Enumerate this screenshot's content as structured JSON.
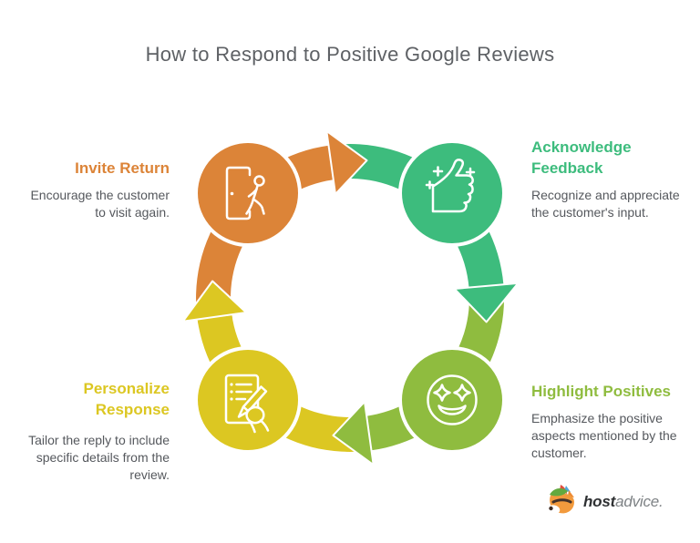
{
  "page": {
    "title": "How to Respond to Positive Google Reviews"
  },
  "colors": {
    "orange": "#DC8438",
    "green": "#3DBC7D",
    "lime": "#8FBC3F",
    "yellow": "#DCC722",
    "title_text": "#5E6165",
    "body_text": "#55585D"
  },
  "steps": [
    {
      "title": "Invite Return",
      "description": "Encourage the customer to visit again.",
      "color": "#DC8438",
      "icon": "door-exit-icon",
      "position": "top-left"
    },
    {
      "title": "Acknowledge Feedback",
      "description": "Recognize and appreciate the customer's input.",
      "color": "#3DBC7D",
      "icon": "thumbs-up-sparkles-icon",
      "position": "top-right"
    },
    {
      "title": "Highlight Positives",
      "description": "Emphasize the positive aspects mentioned by the customer.",
      "color": "#8FBC3F",
      "icon": "star-struck-smiley-icon",
      "position": "bottom-right"
    },
    {
      "title": "Personalize Response",
      "description": "Tailor the reply to include specific details from the review.",
      "color": "#DCC722",
      "icon": "document-pen-icon",
      "position": "bottom-left"
    }
  ],
  "logo": {
    "brand_bold": "host",
    "brand_light": "advice.",
    "icon": "fox-mascot-icon"
  }
}
